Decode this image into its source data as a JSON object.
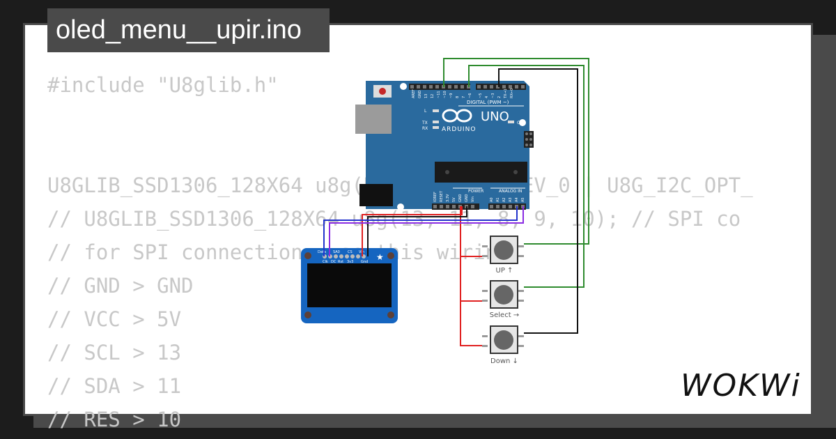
{
  "title": "oled_menu__upir.ino",
  "code_lines": [
    "#include \"U8glib.h\"",
    "",
    "",
    "U8GLIB_SSD1306_128X64 u8g(U8G_I2C_OPT_DEV_0 | U8G_I2C_OPT_",
    "// U8GLIB_SSD1306_128X64 u8g(13, 11, 8, 9, 10); // SPI co",
    "// for SPI connection, use this wiring:",
    "// GND > GND",
    "// VCC > 5V",
    "// SCL > 13",
    "// SDA > 11",
    "// RES > 10"
  ],
  "arduino": {
    "model": "UNO",
    "brand": "ARDUINO",
    "digital_label": "DIGITAL (PWM ~)",
    "analog_label": "ANALOG IN",
    "power_label": "POWER",
    "on_label": "ON",
    "led_l": "L",
    "led_tx": "TX",
    "led_rx": "RX",
    "top_pins": [
      "AREF",
      "GND",
      "13",
      "12",
      "~11",
      "~10",
      "~9",
      "8",
      "7",
      "~6",
      "~5",
      "4",
      "~3",
      "2",
      "TX→1",
      "RX←0"
    ],
    "power_pins": [
      "IOREF",
      "RESET",
      "3.3V",
      "5V",
      "GND",
      "GND",
      "Vin"
    ],
    "analog_pins": [
      "A0",
      "A1",
      "A2",
      "A3",
      "A4",
      "A5"
    ]
  },
  "oled": {
    "top_labels": [
      "Data",
      "SA0",
      "CS",
      "Vin"
    ],
    "bottom_labels": [
      "Clk",
      "DC",
      "Rst",
      "3v3",
      "Gnd"
    ]
  },
  "buttons": [
    {
      "label": "UP ↑"
    },
    {
      "label": "Select →"
    },
    {
      "label": "Down ↓"
    }
  ],
  "logo": "WOKWi",
  "colors": {
    "board_blue": "#2a6a9e",
    "oled_blue": "#1565c0",
    "wire_green": "#2e8b2e",
    "wire_red": "#e02020",
    "wire_black": "#111111",
    "wire_blue": "#2233cc",
    "wire_purple": "#8a2be2"
  }
}
